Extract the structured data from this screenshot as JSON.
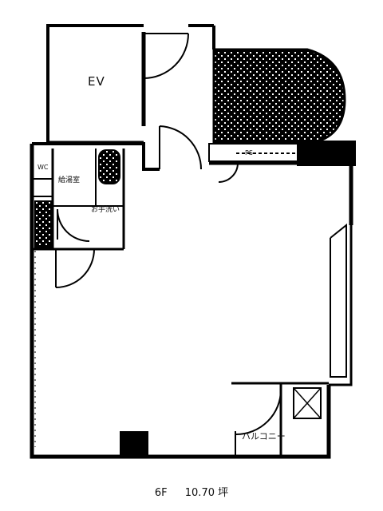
{
  "plan": {
    "rooms": {
      "elevator": "EV",
      "pipe_space": "PS",
      "sink_room": "給湯室",
      "washroom": "お手洗い",
      "toilet": "WC",
      "balcony": "バルコニー"
    },
    "floor": "6F",
    "area": "10.70 坪"
  },
  "colors": {
    "wall": "#000000",
    "background": "#ffffff"
  }
}
